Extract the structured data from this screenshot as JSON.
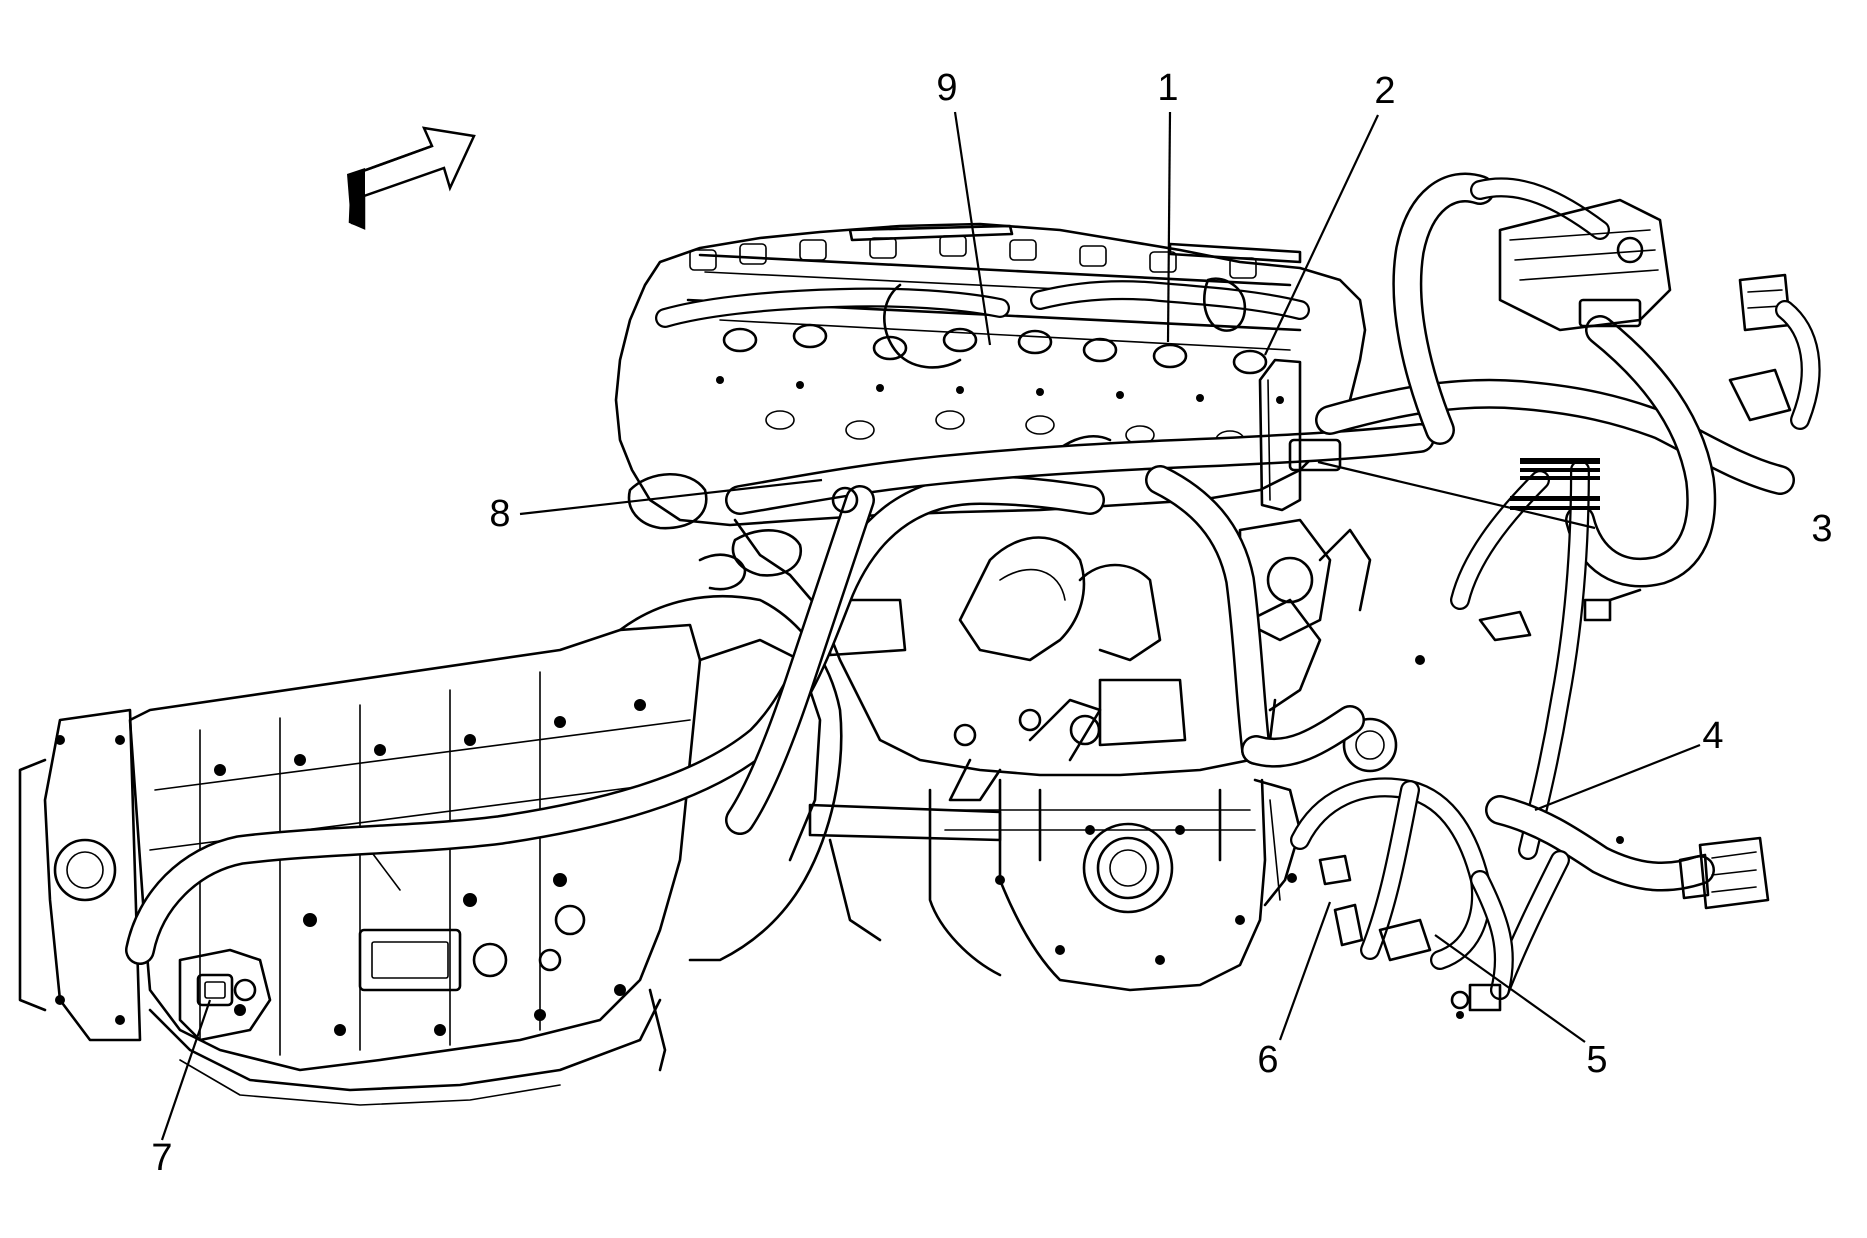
{
  "diagram": {
    "direction_arrow": {
      "icon": "front-direction-arrow-icon"
    },
    "callouts": [
      {
        "id": "c9",
        "label": "9",
        "points_to": "harness-branch-9"
      },
      {
        "id": "c1",
        "label": "1",
        "points_to": "harness-branch-1"
      },
      {
        "id": "c2",
        "label": "2",
        "points_to": "harness-branch-2"
      },
      {
        "id": "c3",
        "label": "3",
        "points_to": "harness-branch-3"
      },
      {
        "id": "c4",
        "label": "4",
        "points_to": "harness-branch-4"
      },
      {
        "id": "c5",
        "label": "5",
        "points_to": "harness-branch-5"
      },
      {
        "id": "c6",
        "label": "6",
        "points_to": "harness-branch-6"
      },
      {
        "id": "c7",
        "label": "7",
        "points_to": "harness-branch-7"
      },
      {
        "id": "c8",
        "label": "8",
        "points_to": "harness-branch-8"
      }
    ],
    "colors": {
      "line": "#000000",
      "background": "#ffffff"
    }
  }
}
